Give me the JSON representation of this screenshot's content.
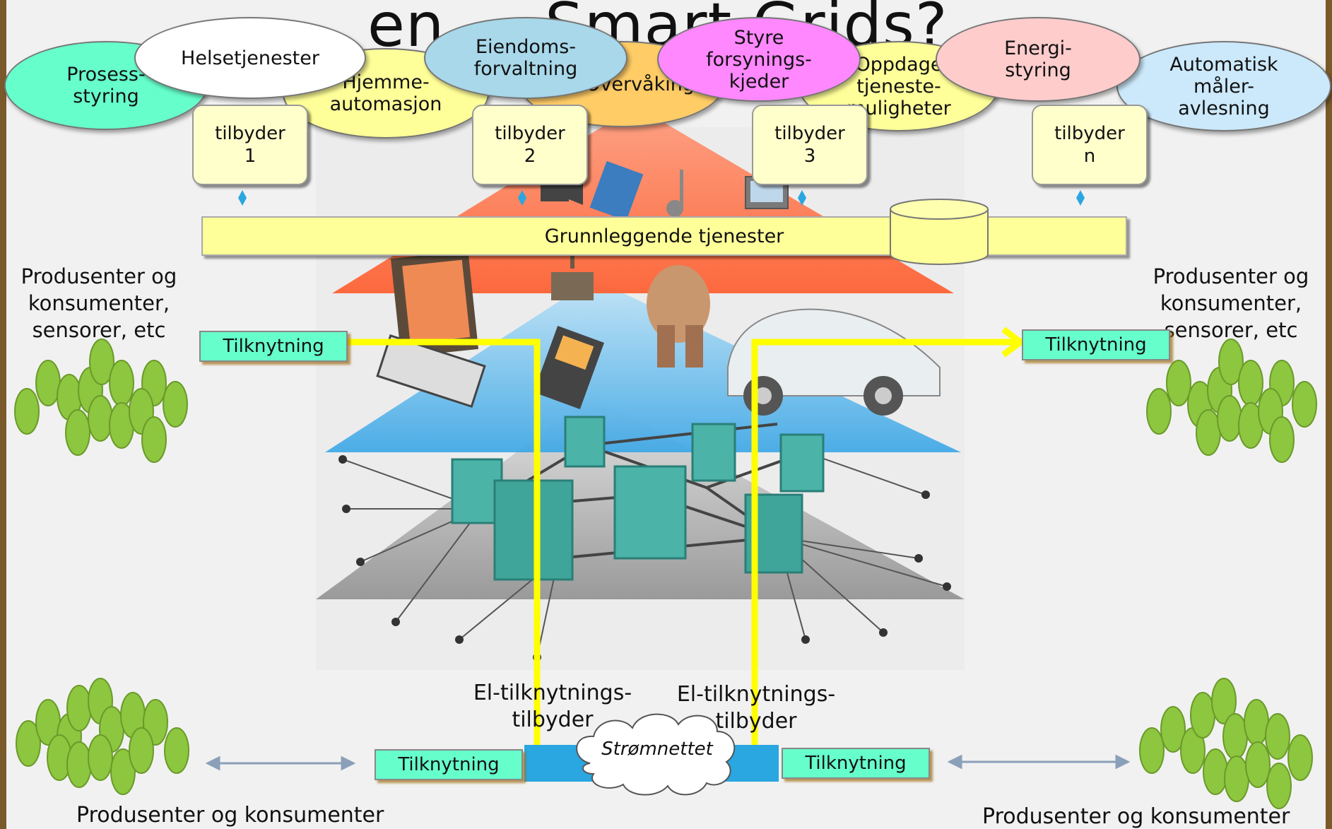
{
  "title": "en ... Smart Grids?",
  "application_ellipses": [
    {
      "label": "Prosess-\nstyring",
      "color": "#66ffcc"
    },
    {
      "label": "Hjemme-\nautomasjon",
      "color": "#ffff99"
    },
    {
      "label": "Helsetjenester",
      "color": "#ffffff"
    },
    {
      "label": "Overvåking",
      "color": "#ffcc66"
    },
    {
      "label": "Eiendoms-\nforvaltning",
      "color": "#a8d8ea"
    },
    {
      "label": "Oppdage\ntjeneste-\nmuligheter",
      "color": "#ffff99"
    },
    {
      "label": "Styre\nforsynings-\nkjeder",
      "color": "#ff88ff"
    },
    {
      "label": "Automatisk\nmåler-\navlesning",
      "color": "#cce9fb"
    },
    {
      "label": "Energi-\nstyring",
      "color": "#ffcccc"
    }
  ],
  "providers": [
    {
      "label": "tilbyder\n1"
    },
    {
      "label": "tilbyder\n2"
    },
    {
      "label": "tilbyder\n3"
    },
    {
      "label": "tilbyder\nn"
    }
  ],
  "base_services": "Grunnleggende tjenester",
  "side_groups": {
    "left": "Produsenter og\nkonsumenter,\nsensorer, etc",
    "right": "Produsenter og\nkonsumenter,\nsensorer, etc"
  },
  "connections": {
    "upper_left": "Tilknytning",
    "upper_right": "Tilknytning",
    "lower_left": "Tilknytning",
    "lower_right": "Tilknytning"
  },
  "grid_providers": {
    "left": "El-tilknytnings-\ntilbyder",
    "right": "El-tilknytnings-\ntilbyder"
  },
  "power_grid": "Strømnettet",
  "bottom_labels": {
    "left": "Produsenter og konsumenter",
    "right": "Produsenter og konsumenter"
  },
  "colors": {
    "path": "#ffff00",
    "connection": "#66ffcc",
    "provider": "#ffffcc",
    "leaf": "#8dc63f",
    "grid_bar": "#2aa6e0"
  }
}
